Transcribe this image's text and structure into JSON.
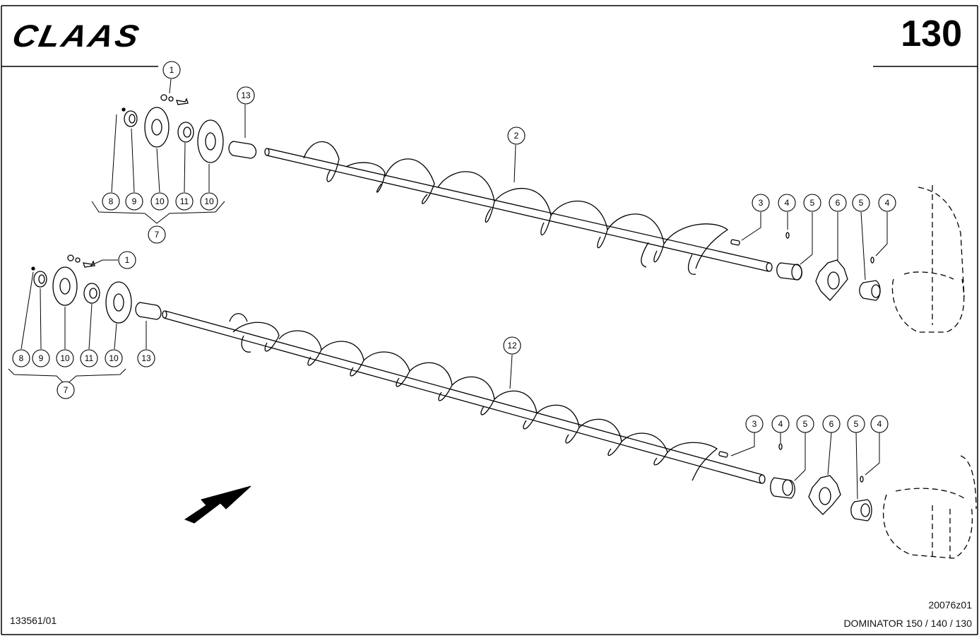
{
  "header": {
    "brand": "CLAAS",
    "page_number": "130"
  },
  "footer": {
    "doc_number": "133561/01",
    "drawing_code": "20076z01",
    "model": "DOMINATOR 150 / 140 / 130"
  },
  "callouts": {
    "top": [
      "1",
      "13",
      "2",
      "8",
      "9",
      "10",
      "11",
      "10",
      "7",
      "3",
      "4",
      "5",
      "6",
      "5",
      "4"
    ],
    "bottom": [
      "1",
      "8",
      "9",
      "10",
      "11",
      "10",
      "13",
      "7",
      "12",
      "3",
      "4",
      "5",
      "6",
      "5",
      "4"
    ]
  },
  "icons": {
    "direction_arrow": "arrow-up-right-icon"
  }
}
